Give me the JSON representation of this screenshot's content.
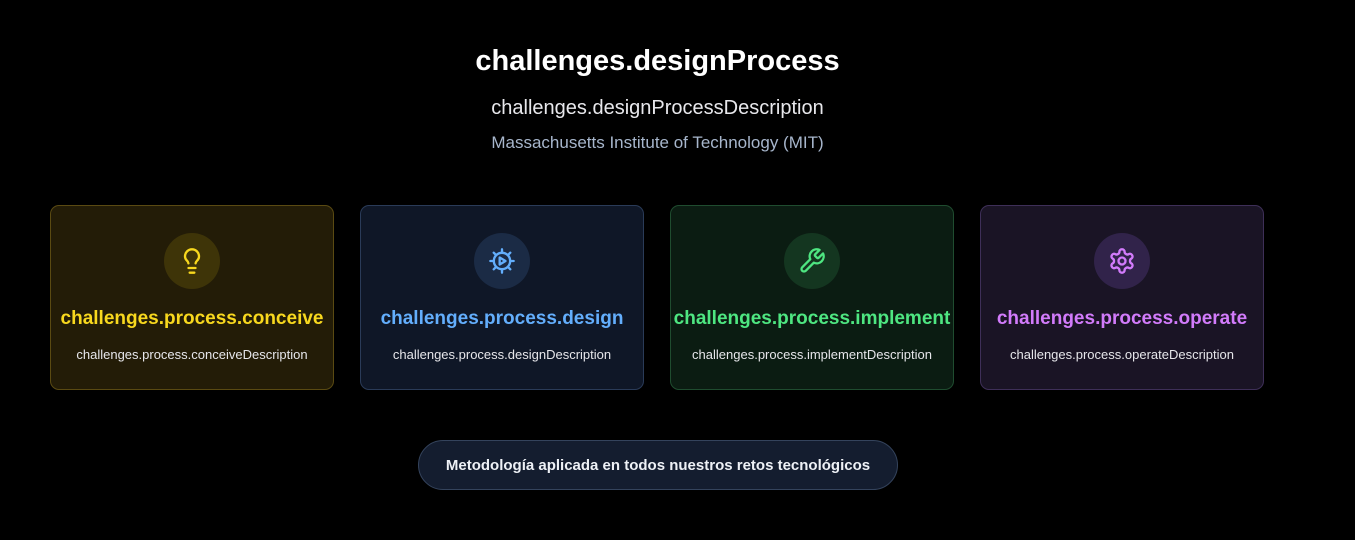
{
  "header": {
    "title": "challenges.designProcess",
    "subtitle": "challenges.designProcessDescription",
    "institution": "Massachusetts Institute of Technology (MIT)"
  },
  "cards": [
    {
      "icon": "lightbulb-icon",
      "title": "challenges.process.conceive",
      "description": "challenges.process.conceiveDescription",
      "accent": "#f8d81e"
    },
    {
      "icon": "cog-play-icon",
      "title": "challenges.process.design",
      "description": "challenges.process.designDescription",
      "accent": "#63aefc"
    },
    {
      "icon": "wrench-icon",
      "title": "challenges.process.implement",
      "description": "challenges.process.implementDescription",
      "accent": "#4ee681"
    },
    {
      "icon": "gear-icon",
      "title": "challenges.process.operate",
      "description": "challenges.process.operateDescription",
      "accent": "#d27bfb"
    }
  ],
  "footer": {
    "badge_label": "Metodología aplicada en todos nuestros retos tecnológicos"
  }
}
